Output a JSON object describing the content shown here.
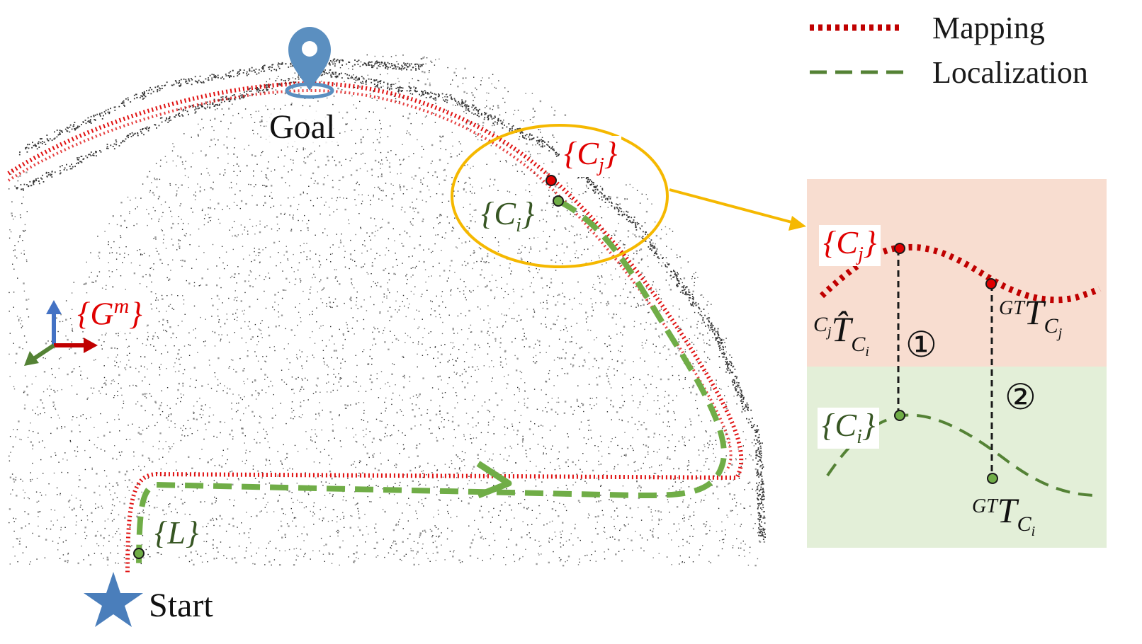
{
  "legend": {
    "mapping_label": "Mapping",
    "localization_label": "Localization"
  },
  "map": {
    "goal_label": "Goal",
    "start_label": "Start",
    "goal_icon": "map-pin-icon",
    "start_icon": "star-icon",
    "frames": {
      "cj": "{C",
      "cj_sub": "j",
      "ci": "{C",
      "ci_sub": "i",
      "gm": "{G",
      "gm_sup": "m",
      "l": "{L}",
      "close": "}"
    }
  },
  "detail": {
    "cj": "{C",
    "cj_sub": "j",
    "ci": "{C",
    "ci_sub": "i",
    "close": "}",
    "rel_T": "T̂",
    "rel_sup": "C",
    "rel_sup_sub": "j",
    "rel_sub": "C",
    "rel_sub_sub": "i",
    "gt_sup": "GT",
    "gt_T": "T",
    "gt_cj_sub": "C",
    "gt_cj_subsub": "j",
    "gt_ci_sub": "C",
    "gt_ci_subsub": "i",
    "marker1": "①",
    "marker2": "②"
  },
  "colors": {
    "mapping": "#c00000",
    "localization": "#548235",
    "localization_bright": "#70ad47",
    "frame_red": "#e00000",
    "frame_green": "#375623",
    "zoom": "#f5b800",
    "panel_top": "#f8ddd0",
    "panel_bottom": "#e3efd8",
    "goal_pin": "#5b8fc0",
    "start_star": "#4a7ebb"
  }
}
